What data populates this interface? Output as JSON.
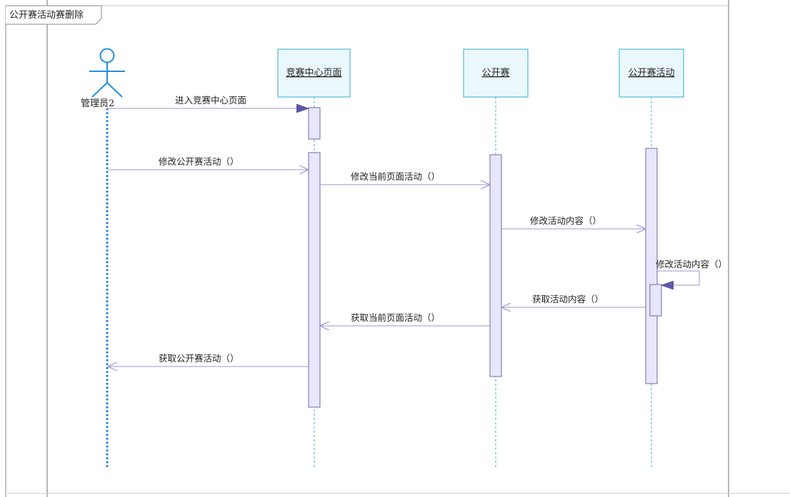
{
  "diagram": {
    "frame_title": "公开赛活动赛删除",
    "colors": {
      "frame_border": "#8a8a8a",
      "lifeline_box_fill": "#eaf8fc",
      "lifeline_box_stroke": "#55b8d6",
      "activation_fill": "#e8e6fa",
      "activation_stroke": "#6e6aa8",
      "message_line": "#9b97d3",
      "arrow_head": "#5c58a8",
      "actor_stroke": "#1e90e0",
      "actor_lifeline": "#1e78d8",
      "lifeline_dash": "#4aa6d6"
    },
    "actor": {
      "name": "管理员2",
      "icon": "stick-figure-icon"
    },
    "lifelines": [
      {
        "name": "竞赛中心页面"
      },
      {
        "name": "公开赛"
      },
      {
        "name": "公开赛活动"
      }
    ],
    "messages": [
      {
        "label": "进入竞赛中心页面"
      },
      {
        "label": "修改公开赛活动（）"
      },
      {
        "label": "修改当前页面活动（）"
      },
      {
        "label": "修改活动内容（）"
      },
      {
        "label": "修改活动内容（）"
      },
      {
        "label": "获取活动内容（）"
      },
      {
        "label": "获取当前页面活动（）"
      },
      {
        "label": "获取公开赛活动（）"
      }
    ]
  }
}
